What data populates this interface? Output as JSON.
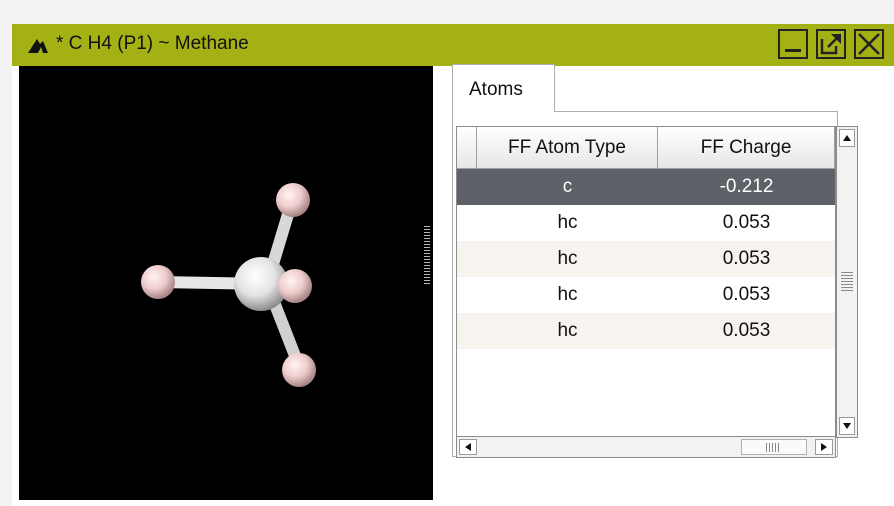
{
  "window": {
    "title": "* C H4  (P1) ~  Methane",
    "title_icon": "molecule-app-icon",
    "buttons": {
      "minimize": "minimize-icon",
      "popout": "popout-icon",
      "close": "close-icon"
    }
  },
  "tabs": [
    {
      "label": "Atoms",
      "active": true
    }
  ],
  "table": {
    "columns": [
      "FF Atom Type",
      "FF Charge"
    ],
    "rows": [
      {
        "type": "c",
        "charge": "-0.212",
        "selected": true
      },
      {
        "type": "hc",
        "charge": "0.053"
      },
      {
        "type": "hc",
        "charge": "0.053"
      },
      {
        "type": "hc",
        "charge": "0.053"
      },
      {
        "type": "hc",
        "charge": "0.053"
      }
    ]
  },
  "colors": {
    "titlebar": "#a3b115",
    "viewport_background": "#000000",
    "selected_row": "#5e6168",
    "carbon_atom": "#ececec",
    "hydrogen_atom": "#f2d6d6"
  }
}
